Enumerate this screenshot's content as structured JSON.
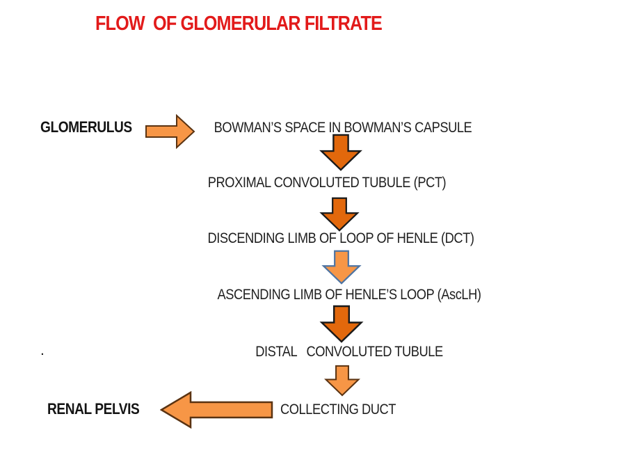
{
  "diagram": {
    "title": "FLOW  OF GLOMERULAR FILTRATE",
    "nodes": {
      "glomerulus": "GLOMERULUS",
      "bowmans_space": "BOWMAN’S SPACE IN BOWMAN’S CAPSULE",
      "proximal_tubule": "PROXIMAL CONVOLUTED TUBULE (PCT)",
      "descending_limb": "DISCENDING LIMB OF LOOP OF HENLE (DCT)",
      "ascending_limb": "ASCENDING LIMB OF HENLE’S LOOP (AscLH)",
      "distal_tubule": "DISTAL   CONVOLUTED TUBULE",
      "collecting_duct": "COLLECTING DUCT",
      "renal_pelvis": "RENAL PELVIS"
    },
    "stray_period": ".",
    "connections": [
      {
        "from": "GLOMERULUS",
        "to": "BOWMAN’S SPACE IN BOWMAN’S CAPSULE",
        "direction": "right",
        "style": "light-orange, dark outline"
      },
      {
        "from": "BOWMAN’S SPACE IN BOWMAN’S CAPSULE",
        "to": "PROXIMAL CONVOLUTED TUBULE (PCT)",
        "direction": "down",
        "style": "dark-orange, black outline"
      },
      {
        "from": "PROXIMAL CONVOLUTED TUBULE (PCT)",
        "to": "DISCENDING LIMB OF LOOP OF HENLE (DCT)",
        "direction": "down",
        "style": "dark-orange, black outline"
      },
      {
        "from": "DISCENDING LIMB OF LOOP OF HENLE (DCT)",
        "to": "ASCENDING LIMB OF HENLE’S LOOP (AscLH)",
        "direction": "down",
        "style": "light-orange, blue outline"
      },
      {
        "from": "ASCENDING LIMB OF HENLE’S LOOP (AscLH)",
        "to": "DISTAL   CONVOLUTED TUBULE",
        "direction": "down",
        "style": "dark-orange, black outline"
      },
      {
        "from": "DISTAL   CONVOLUTED TUBULE",
        "to": "COLLECTING DUCT",
        "direction": "down",
        "style": "light-orange, dark outline"
      },
      {
        "from": "COLLECTING DUCT",
        "to": "RENAL PELVIS",
        "direction": "left",
        "style": "light-orange, dark outline"
      }
    ],
    "colors": {
      "title_red": "#e21a1a",
      "text_black": "#1f1f1f",
      "arrow_dark_fill": "#e2680c",
      "arrow_dark_stroke": "#1a1a1a",
      "arrow_light_fill": "#f79646",
      "arrow_light_stroke": "#5a3312",
      "arrow_blue_stroke": "#4e74a2",
      "background": "#ffffff"
    }
  }
}
